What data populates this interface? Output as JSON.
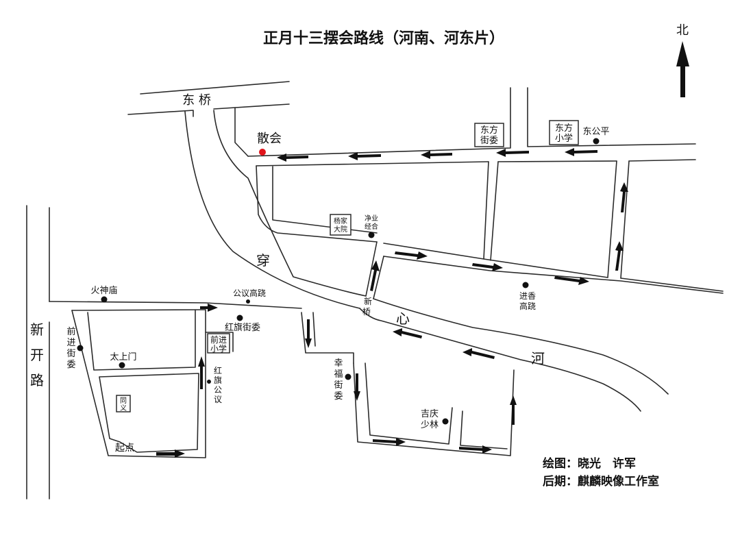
{
  "title": "正月十三摆会路线（河南、河东片）",
  "north_label": "北",
  "credits": {
    "drawing": "绘图：晓光　许军",
    "post": "后期：麒麟映像工作室"
  },
  "colors": {
    "end_marker": "#e0141b",
    "line": "#2a2a2a",
    "arrow": "#111111"
  },
  "labels": {
    "dongqiao": "东 桥",
    "sanhui": "散会",
    "dongfang_jiewei": [
      "东方",
      "街委"
    ],
    "dongfang_xiaoxue": [
      "东方",
      "小学"
    ],
    "donggongping": "东公平",
    "yangjia_dayuan": [
      "杨家",
      "大院"
    ],
    "jingye_jinghe": [
      "净业",
      "经合"
    ],
    "chuan": "穿",
    "xin": "心",
    "he": "河",
    "xinqiao": [
      "新",
      "桥"
    ],
    "jinxiang_gaoqiao": [
      "进香",
      "高跷"
    ],
    "huoshenmiao": "火神庙",
    "gongyi_gaoqiao": "公议高跷",
    "hongqi_jiewei": "红旗街委",
    "qianjin_xiaoxue": [
      "前进",
      "小学"
    ],
    "hongqi_gongyi": [
      "红",
      "旗",
      "公",
      "议"
    ],
    "xinkai_lu": [
      "新",
      "开",
      "路"
    ],
    "qianjin_jiewei": [
      "前",
      "进",
      "街",
      "委"
    ],
    "taishangmen": "太上门",
    "tongyi": [
      "同",
      "义"
    ],
    "qidian": "起点",
    "xingfu_jiewei": [
      "幸",
      "福",
      "街",
      "委"
    ],
    "jiqing_shaolin": [
      "吉庆",
      "少林"
    ]
  }
}
